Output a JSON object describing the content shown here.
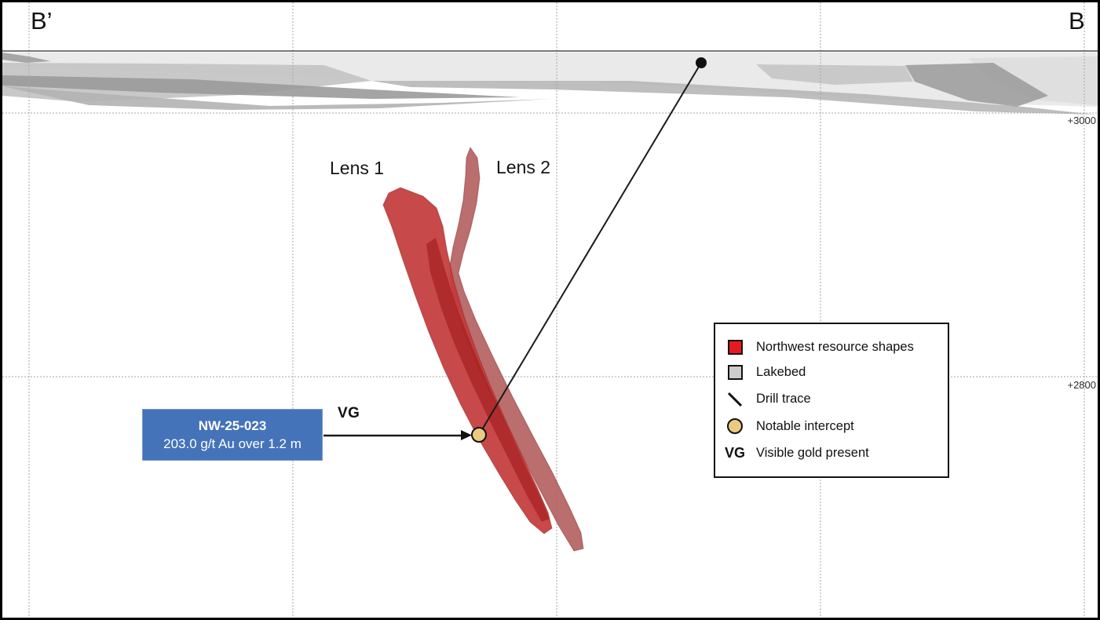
{
  "section": {
    "left_label": "B’",
    "right_label": "B"
  },
  "elevations": [
    {
      "label": "+3000"
    },
    {
      "label": "+2800"
    }
  ],
  "lens_labels": [
    {
      "label": "Lens 1"
    },
    {
      "label": "Lens 2"
    }
  ],
  "callout": {
    "hole_id": "NW-25-023",
    "intercept": "203.0 g/t Au over 1.2 m",
    "vg_label": "VG"
  },
  "legend": {
    "items": [
      {
        "symbol": "red-square",
        "label": "Northwest resource shapes"
      },
      {
        "symbol": "gray-square",
        "label": "Lakebed"
      },
      {
        "symbol": "diagonal-line",
        "label": "Drill trace"
      },
      {
        "symbol": "tan-circle",
        "label": "Notable intercept"
      },
      {
        "symbol": "VG",
        "label": "Visible gold present"
      }
    ]
  },
  "colors": {
    "resource_red": "#C23A3A",
    "resource_red_bright": "#E8191F",
    "lens2_dull": "#B05A5A",
    "lens_dark_streak": "#9C1414",
    "lakebed_light": "#EAEAEA",
    "lakebed_mid": "#C5C5C5",
    "lakebed_mid2": "#B3B3B3",
    "lakebed_dark": "#9A9A9A",
    "lakebed_legend": "#CCCCCC",
    "lakebed_right_light": "#DFDFDF",
    "intercept_tan": "#EBCA82",
    "callout_blue": "#4473B9",
    "drill_trace": "#1a1a1a",
    "grid": "#A6A6A6",
    "surface_line": "#4D4D4D"
  }
}
